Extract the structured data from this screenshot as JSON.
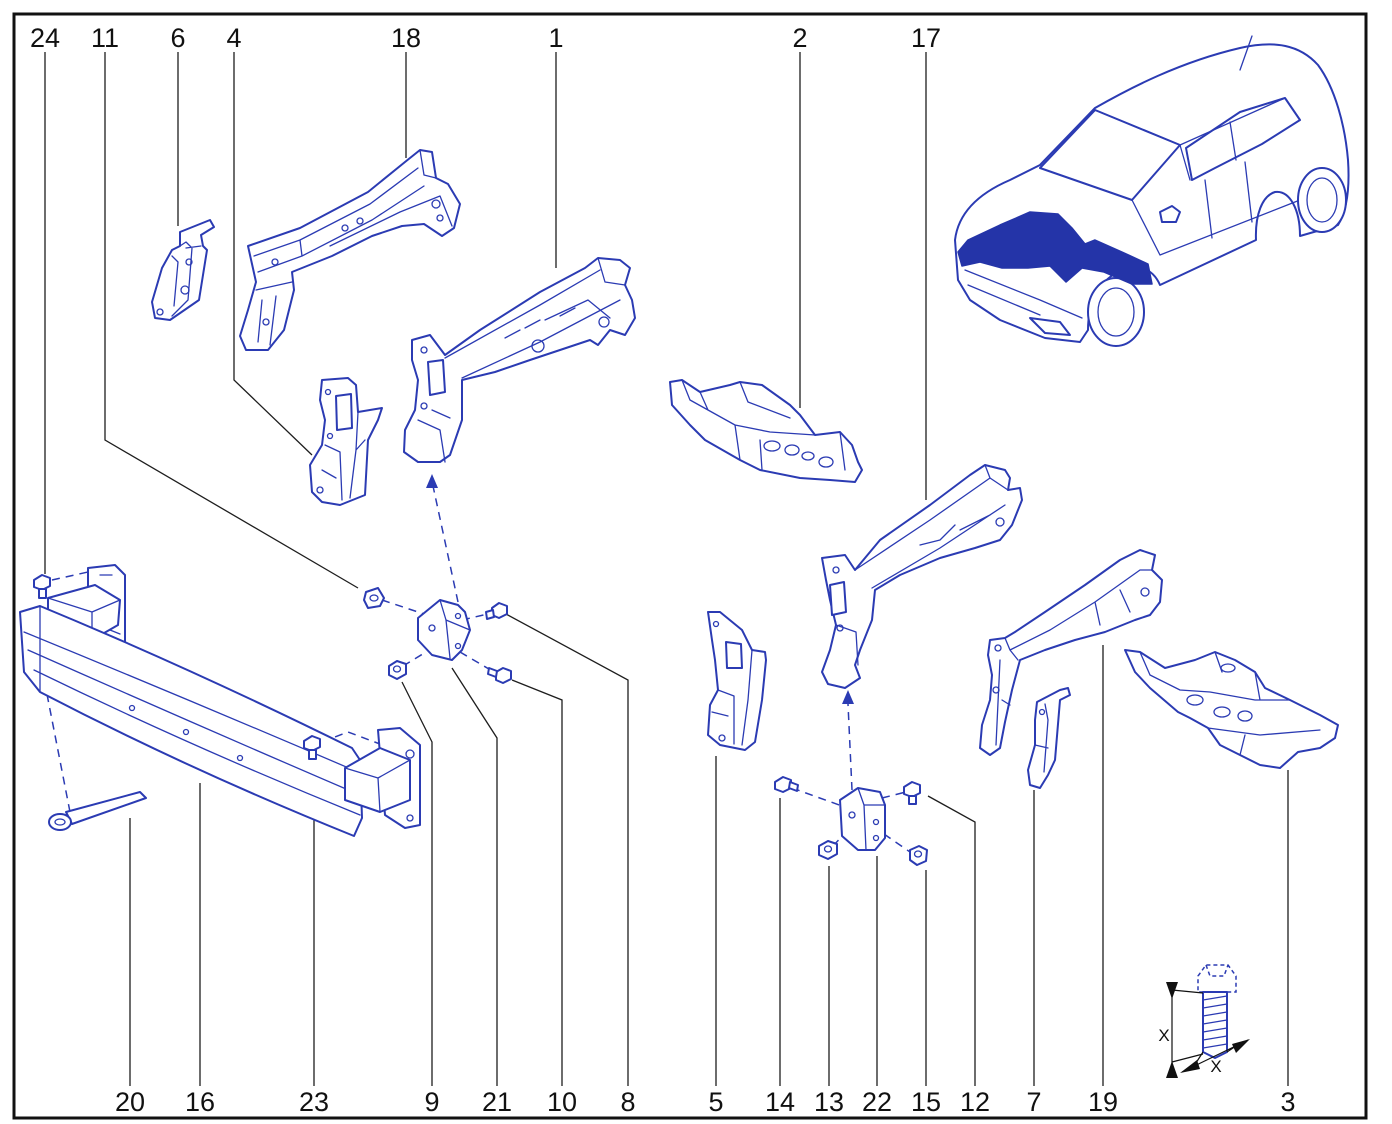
{
  "callouts_top": [
    "24",
    "11",
    "6",
    "4",
    "18",
    "1",
    "2",
    "17"
  ],
  "callouts_bottom": [
    "20",
    "16",
    "23",
    "9",
    "21",
    "10",
    "8",
    "5",
    "14",
    "13",
    "22",
    "15",
    "12",
    "7",
    "19",
    "3"
  ],
  "inset": {
    "length_label": "X",
    "diameter_label": "X"
  },
  "colors": {
    "line": "#2b3bb3",
    "highlight": "#2434a8",
    "text": "#111111",
    "frame": "#111111"
  }
}
